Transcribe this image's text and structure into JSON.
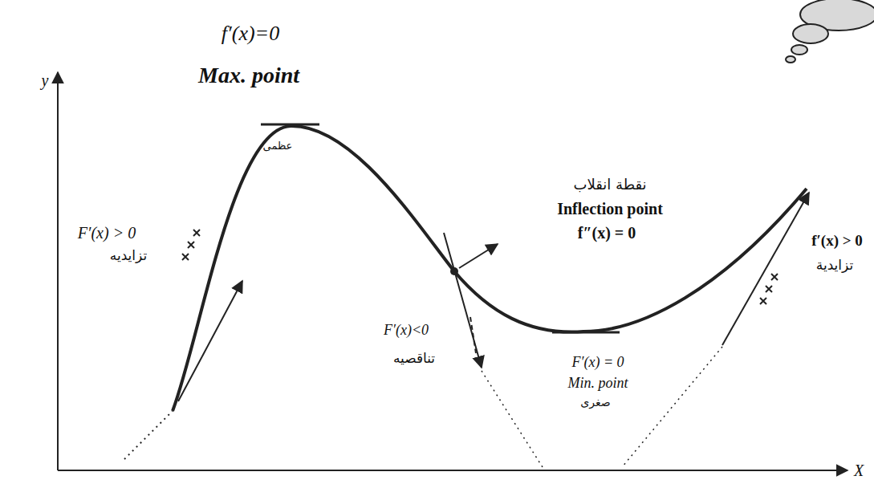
{
  "diagram": {
    "labels": [
      "f′(x)=0",
      "Max. point",
      "y",
      "عظمى",
      "نقطة انقلاب",
      "Inflection point",
      "f″(x) = 0",
      "F′(x) > 0",
      "تزايديه",
      "f′(x) > 0",
      "تزايدية",
      "F′(x)<0",
      "تناقصيه",
      "F′(x) = 0",
      "Min. point",
      "صغرى",
      "X"
    ]
  }
}
